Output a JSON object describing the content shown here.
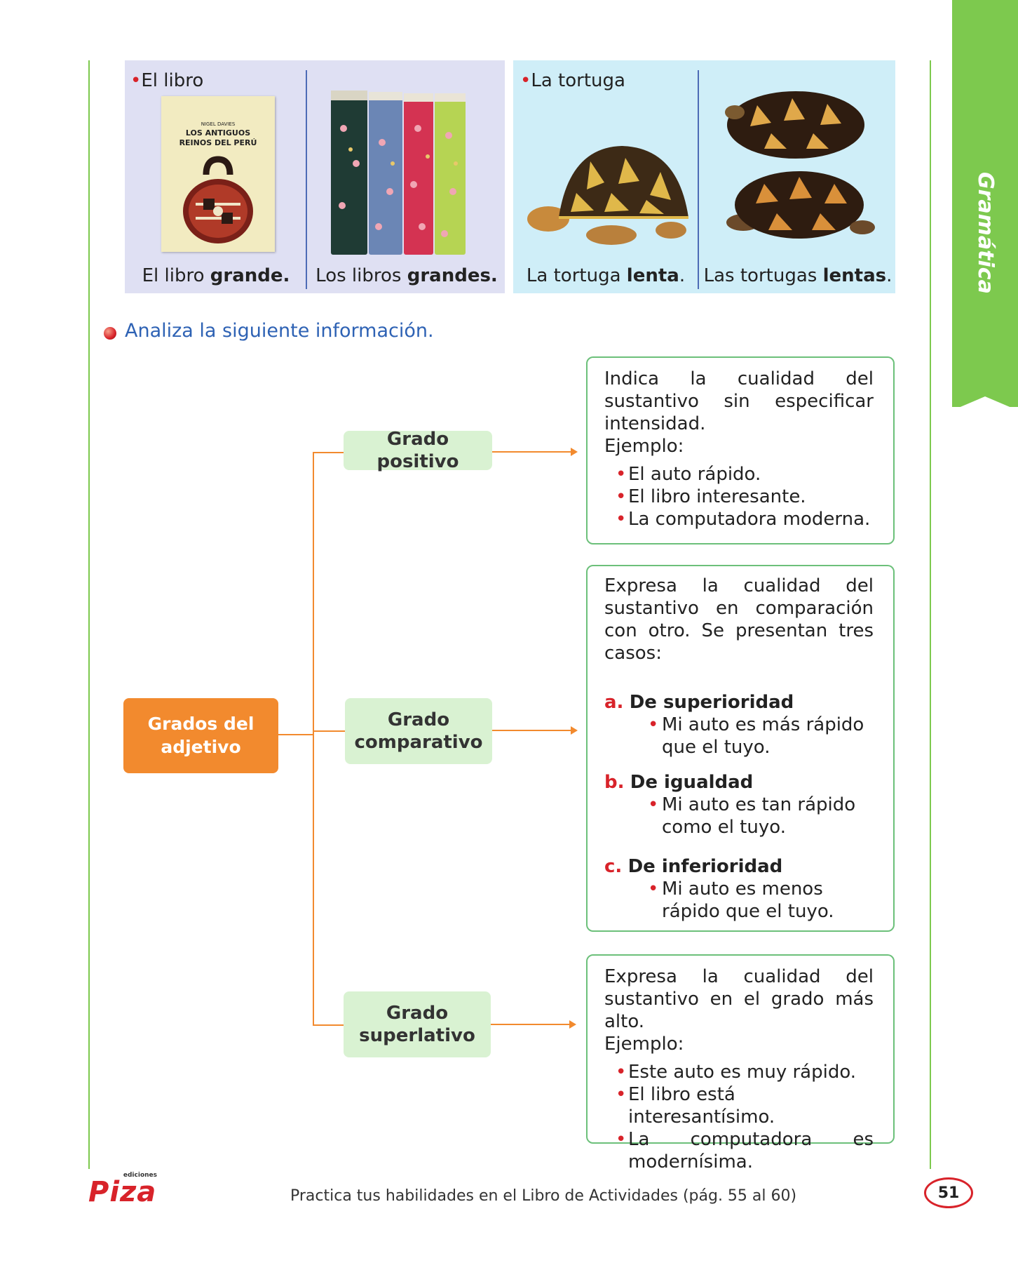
{
  "side_tab": {
    "label": "Gramática",
    "color": "#7dc94e"
  },
  "panels": {
    "books": {
      "bullet_label": "El libro",
      "caption_singular": {
        "text": "El libro ",
        "bold": "grande."
      },
      "caption_plural": {
        "text": "Los libros ",
        "bold": "grandes."
      },
      "cover_author": "NIGEL DAVIES",
      "cover_title_line1": "LOS ANTIGUOS",
      "cover_title_line2": "REINOS DEL PERÚ"
    },
    "turtles": {
      "bullet_label": "La tortuga",
      "caption_singular": {
        "text": "La tortuga ",
        "bold": "lenta",
        "end": "."
      },
      "caption_plural": {
        "text": "Las tortugas ",
        "bold": "lentas",
        "end": "."
      }
    }
  },
  "instruction": "Analiza la siguiente información.",
  "diagram": {
    "root": {
      "line1": "Grados del",
      "line2": "adjetivo"
    },
    "positivo": {
      "label": "Grado positivo",
      "definition": [
        "Indica la cualidad del",
        "sustantivo sin especificar",
        "intensidad."
      ],
      "example_label": "Ejemplo:",
      "examples": [
        "El auto rápido.",
        "El libro interesante.",
        "La computadora moderna."
      ]
    },
    "comparativo": {
      "label_line1": "Grado",
      "label_line2": "comparativo",
      "definition": [
        "Expresa la cualidad del",
        "sustantivo en comparación",
        "con otro. Se presentan tres",
        "casos:"
      ],
      "cases": [
        {
          "letter": "a.",
          "name": "De superioridad",
          "example_line1": "Mi auto es más rápido",
          "example_line2": "que el tuyo."
        },
        {
          "letter": "b.",
          "name": "De igualdad",
          "example_line1": "Mi auto es tan rápido",
          "example_line2": "como el tuyo."
        },
        {
          "letter": "c.",
          "name": "De inferioridad",
          "example_line1": "Mi auto es menos",
          "example_line2": "rápido que el tuyo."
        }
      ]
    },
    "superlativo": {
      "label_line1": "Grado",
      "label_line2": "superlativo",
      "definition": [
        "Expresa la cualidad del",
        "sustantivo en el grado más alto."
      ],
      "example_label": "Ejemplo:",
      "examples": [
        "Este auto es muy rápido.",
        "El libro está interesantísimo.",
        "La computadora es",
        "modernísima."
      ]
    }
  },
  "footer": {
    "logo_small": "ediciones",
    "logo_main": "Piza",
    "note": "Practica tus habilidades en el Libro de Actividades (pág. 55 al 60)",
    "page_number": "51"
  },
  "colors": {
    "accent_orange": "#f28a2e",
    "accent_red": "#d8232a",
    "green": "#7dc94e",
    "blue": "#2e62b4"
  }
}
